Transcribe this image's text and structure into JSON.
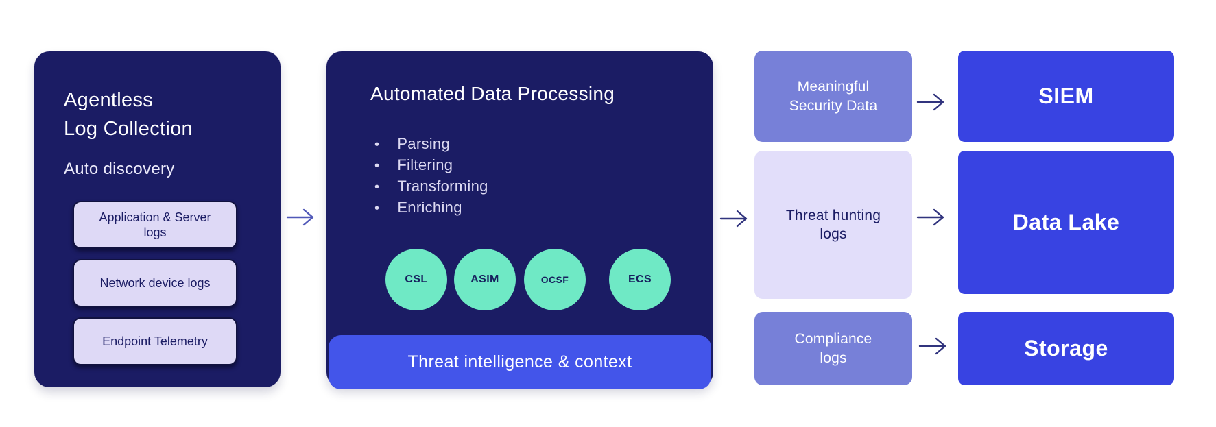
{
  "colors": {
    "navy": "#1b1c64",
    "blue": "#3843e2",
    "bar": "#4355ea",
    "mint": "#6fe9c5",
    "peri": "#7780d8",
    "lav": "#e2defa",
    "chip": "#ded9f6",
    "chipborder": "#11123f",
    "arrow": "#31347e",
    "arrowlight": "#5058b8",
    "dark": "#1b1c64",
    "bullet": "#dcd9f2"
  },
  "left_card": {
    "title_lines": [
      "Agentless",
      "Log Collection"
    ],
    "subtitle": "Auto discovery",
    "sources": [
      {
        "lines": [
          "Application & Server",
          "logs"
        ]
      },
      {
        "lines": [
          "Network device logs"
        ]
      },
      {
        "lines": [
          "Endpoint Telemetry"
        ]
      }
    ]
  },
  "processing_card": {
    "title": "Automated Data Processing",
    "bullets": [
      "Parsing",
      "Filtering",
      "Transforming",
      "Enriching"
    ],
    "badges": [
      "CSL",
      "ASIM",
      "OCSF",
      "ECS"
    ],
    "footer": "Threat intelligence & context"
  },
  "outputs": [
    {
      "lines": [
        "Meaningful",
        "Security Data"
      ]
    },
    {
      "lines": [
        "Threat hunting",
        "logs"
      ]
    },
    {
      "lines": [
        "Compliance",
        "logs"
      ]
    }
  ],
  "destinations": [
    {
      "label": "SIEM"
    },
    {
      "label": "Data Lake"
    },
    {
      "label": "Storage"
    }
  ]
}
